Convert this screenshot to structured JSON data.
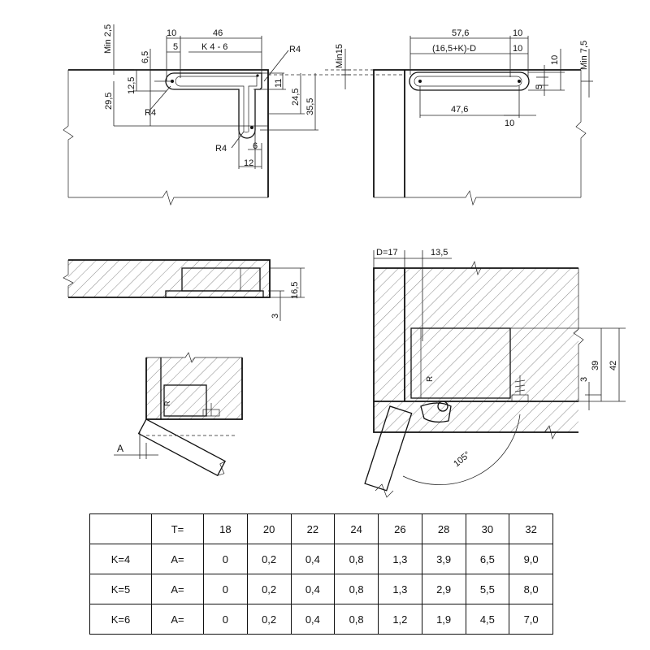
{
  "colors": {
    "ink": "#111111",
    "hatch": "#555555",
    "background": "#ffffff"
  },
  "drawing": {
    "top_left": {
      "dims": {
        "min25": "Min 2,5",
        "d65": "6,5",
        "d10": "10",
        "d5": "5",
        "d46": "46",
        "k46": "K 4 - 6",
        "r4a": "R4",
        "d125": "12,5",
        "d295": "29,5",
        "r4b": "R4",
        "d11": "11",
        "d245": "24,5",
        "d355": "35,5",
        "r4c": "R4",
        "d6": "6",
        "d12": "12"
      }
    },
    "top_right": {
      "dims": {
        "min15": "Min15",
        "d576": "57,6",
        "d10a": "10",
        "form": "(16,5+K)-D",
        "d10b": "10",
        "d10c": "10",
        "min75": "Min 7,5",
        "d5": "5",
        "d476": "47,6",
        "d10d": "10"
      }
    },
    "middle_left": {
      "dims": {
        "d165": "16,5",
        "d3": "3"
      }
    },
    "bottom_left": {
      "labels": {
        "r": "R",
        "a": "A"
      }
    },
    "right_section": {
      "dims": {
        "d17": "D=17",
        "d135": "13,5",
        "r": "R",
        "d3": "3",
        "d39": "39",
        "d42": "42",
        "angle": "105°"
      }
    }
  },
  "table": {
    "header": {
      "blank": "",
      "label": "T=",
      "values": [
        "18",
        "20",
        "22",
        "24",
        "26",
        "28",
        "30",
        "32"
      ]
    },
    "rows": [
      {
        "k": "K=4",
        "label": "A=",
        "values": [
          "0",
          "0,2",
          "0,4",
          "0,8",
          "1,3",
          "3,9",
          "6,5",
          "9,0"
        ]
      },
      {
        "k": "K=5",
        "label": "A=",
        "values": [
          "0",
          "0,2",
          "0,4",
          "0,8",
          "1,3",
          "2,9",
          "5,5",
          "8,0"
        ]
      },
      {
        "k": "K=6",
        "label": "A=",
        "values": [
          "0",
          "0,2",
          "0,4",
          "0,8",
          "1,2",
          "1,9",
          "4,5",
          "7,0"
        ]
      }
    ]
  }
}
